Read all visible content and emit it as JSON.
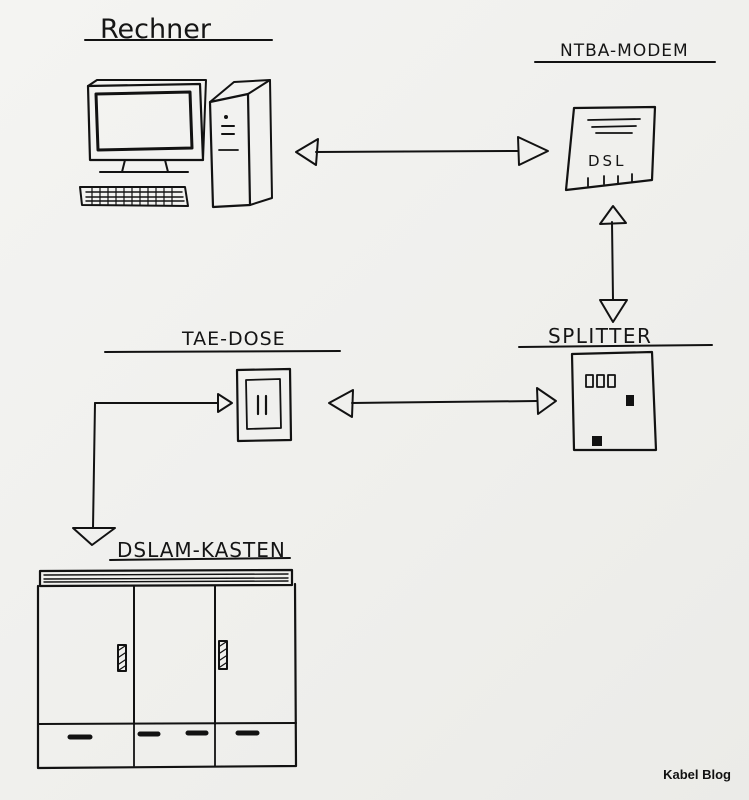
{
  "labels": {
    "rechner": "Rechner",
    "ntba_modem": "NTBA-MODEM",
    "modem_screen_text": "DSL",
    "tae_dose": "TAE-DOSE",
    "splitter": "SPLITTER",
    "dslam_kasten": "DSLAM-KASTEN"
  },
  "watermark": "Kabel Blog",
  "colors": {
    "ink": "#121212",
    "paper": "#f2f2ef"
  }
}
